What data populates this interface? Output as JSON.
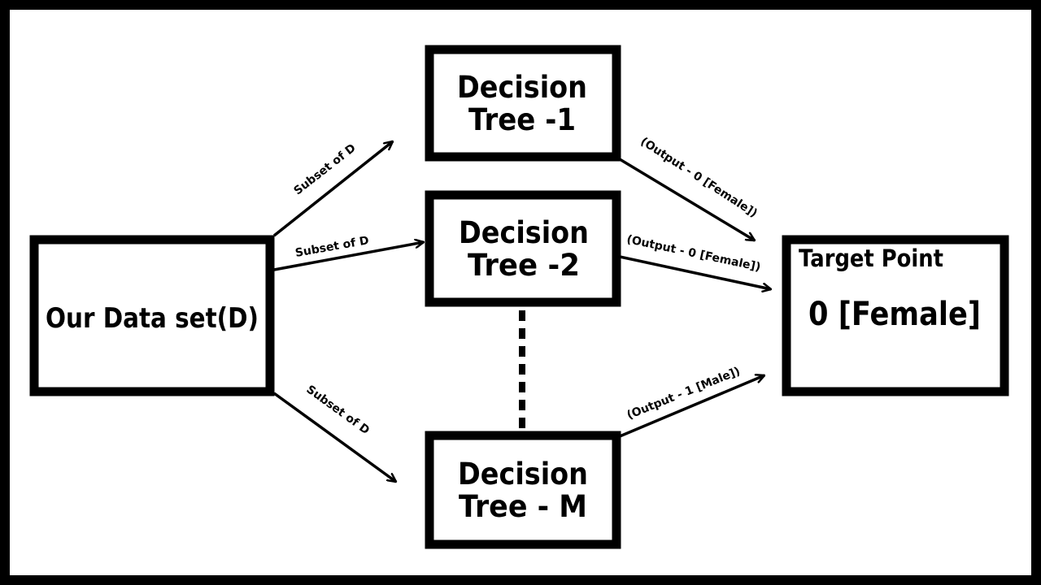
{
  "diagram": {
    "colors": {
      "background": "#ffffff",
      "border": "#000000",
      "stroke": "#000000"
    },
    "dataset": {
      "label": "Our Data set(D)"
    },
    "trees": [
      {
        "line1": "Decision",
        "line2": "Tree -1"
      },
      {
        "line1": "Decision",
        "line2": "Tree -2"
      },
      {
        "line1": "Decision",
        "line2": "Tree - M"
      }
    ],
    "target": {
      "title": "Target Point",
      "value": "0 [Female]"
    },
    "edges": {
      "subset_1": "Subset of D",
      "subset_2": "Subset of D",
      "subset_3": "Subset of D",
      "output_1": "(Output - 0 [Female])",
      "output_2": "(Output - 0 [Female])",
      "output_3": "(Output - 1 [Male])"
    }
  }
}
